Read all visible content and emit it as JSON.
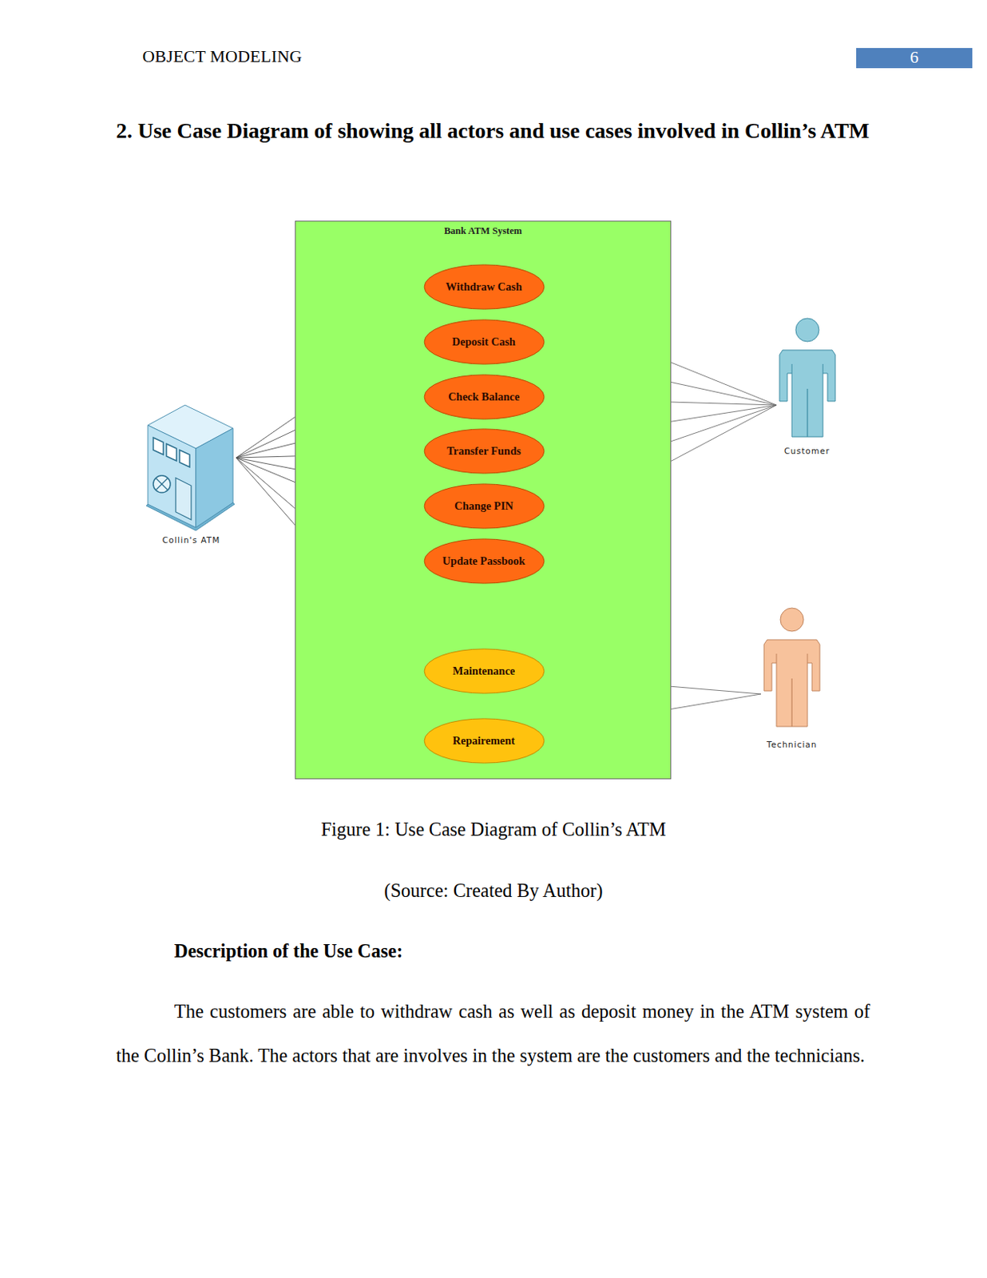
{
  "diagram": {
    "title": "2. Use Case Diagram of showing all actors and use cases involved in Collin’s ATM",
    "caption": "Figure 1: Use Case Diagram of Collin’s ATM",
    "nodes": [
      {
        "text": [
          "Bank ATM System"
        ]
      },
      {
        "text": [
          "Withdraw Cash"
        ],
        "in": 0
      },
      {
        "text": [
          "Deposit Cash"
        ],
        "in": 0
      },
      {
        "text": [
          "Check Balance"
        ],
        "in": 0
      },
      {
        "text": [
          "Transfer Funds"
        ],
        "in": 0
      },
      {
        "text": [
          "Change PIN"
        ],
        "in": 0
      },
      {
        "text": [
          "Update Passbook"
        ],
        "in": 0
      },
      {
        "text": [
          "Maintenance"
        ],
        "in": 0
      },
      {
        "text": [
          "Repairement"
        ],
        "in": 0
      },
      {
        "text": [
          "Collin's ATM"
        ]
      },
      {
        "text": [
          "Customer"
        ]
      },
      {
        "text": [
          "Technician"
        ]
      }
    ],
    "edges": [
      {
        "from": 9,
        "to": 1,
        "arrow": "none"
      },
      {
        "from": 9,
        "to": 2,
        "arrow": "none"
      },
      {
        "from": 9,
        "to": 3,
        "arrow": "none"
      },
      {
        "from": 9,
        "to": 4,
        "arrow": "none"
      },
      {
        "from": 9,
        "to": 5,
        "arrow": "none"
      },
      {
        "from": 9,
        "to": 6,
        "arrow": "none"
      },
      {
        "from": 9,
        "to": 7,
        "arrow": "none"
      },
      {
        "from": 9,
        "to": 8,
        "arrow": "none"
      },
      {
        "from": 10,
        "to": 1,
        "arrow": "none"
      },
      {
        "from": 10,
        "to": 2,
        "arrow": "none"
      },
      {
        "from": 10,
        "to": 3,
        "arrow": "none"
      },
      {
        "from": 10,
        "to": 4,
        "arrow": "none"
      },
      {
        "from": 10,
        "to": 5,
        "arrow": "none"
      },
      {
        "from": 10,
        "to": 6,
        "arrow": "none"
      },
      {
        "from": 11,
        "to": 7,
        "arrow": "none"
      },
      {
        "from": 11,
        "to": 8,
        "arrow": "none"
      }
    ],
    "labels": [
      "OBJECT MODELING",
      "6",
      "(Source: Created By Author)",
      "Description of the Use Case:",
      "The customers are able to withdraw cash as well as deposit money in the ATM system of the Collin’s Bank. The actors that are involves in the system are the customers and the technicians."
    ]
  }
}
